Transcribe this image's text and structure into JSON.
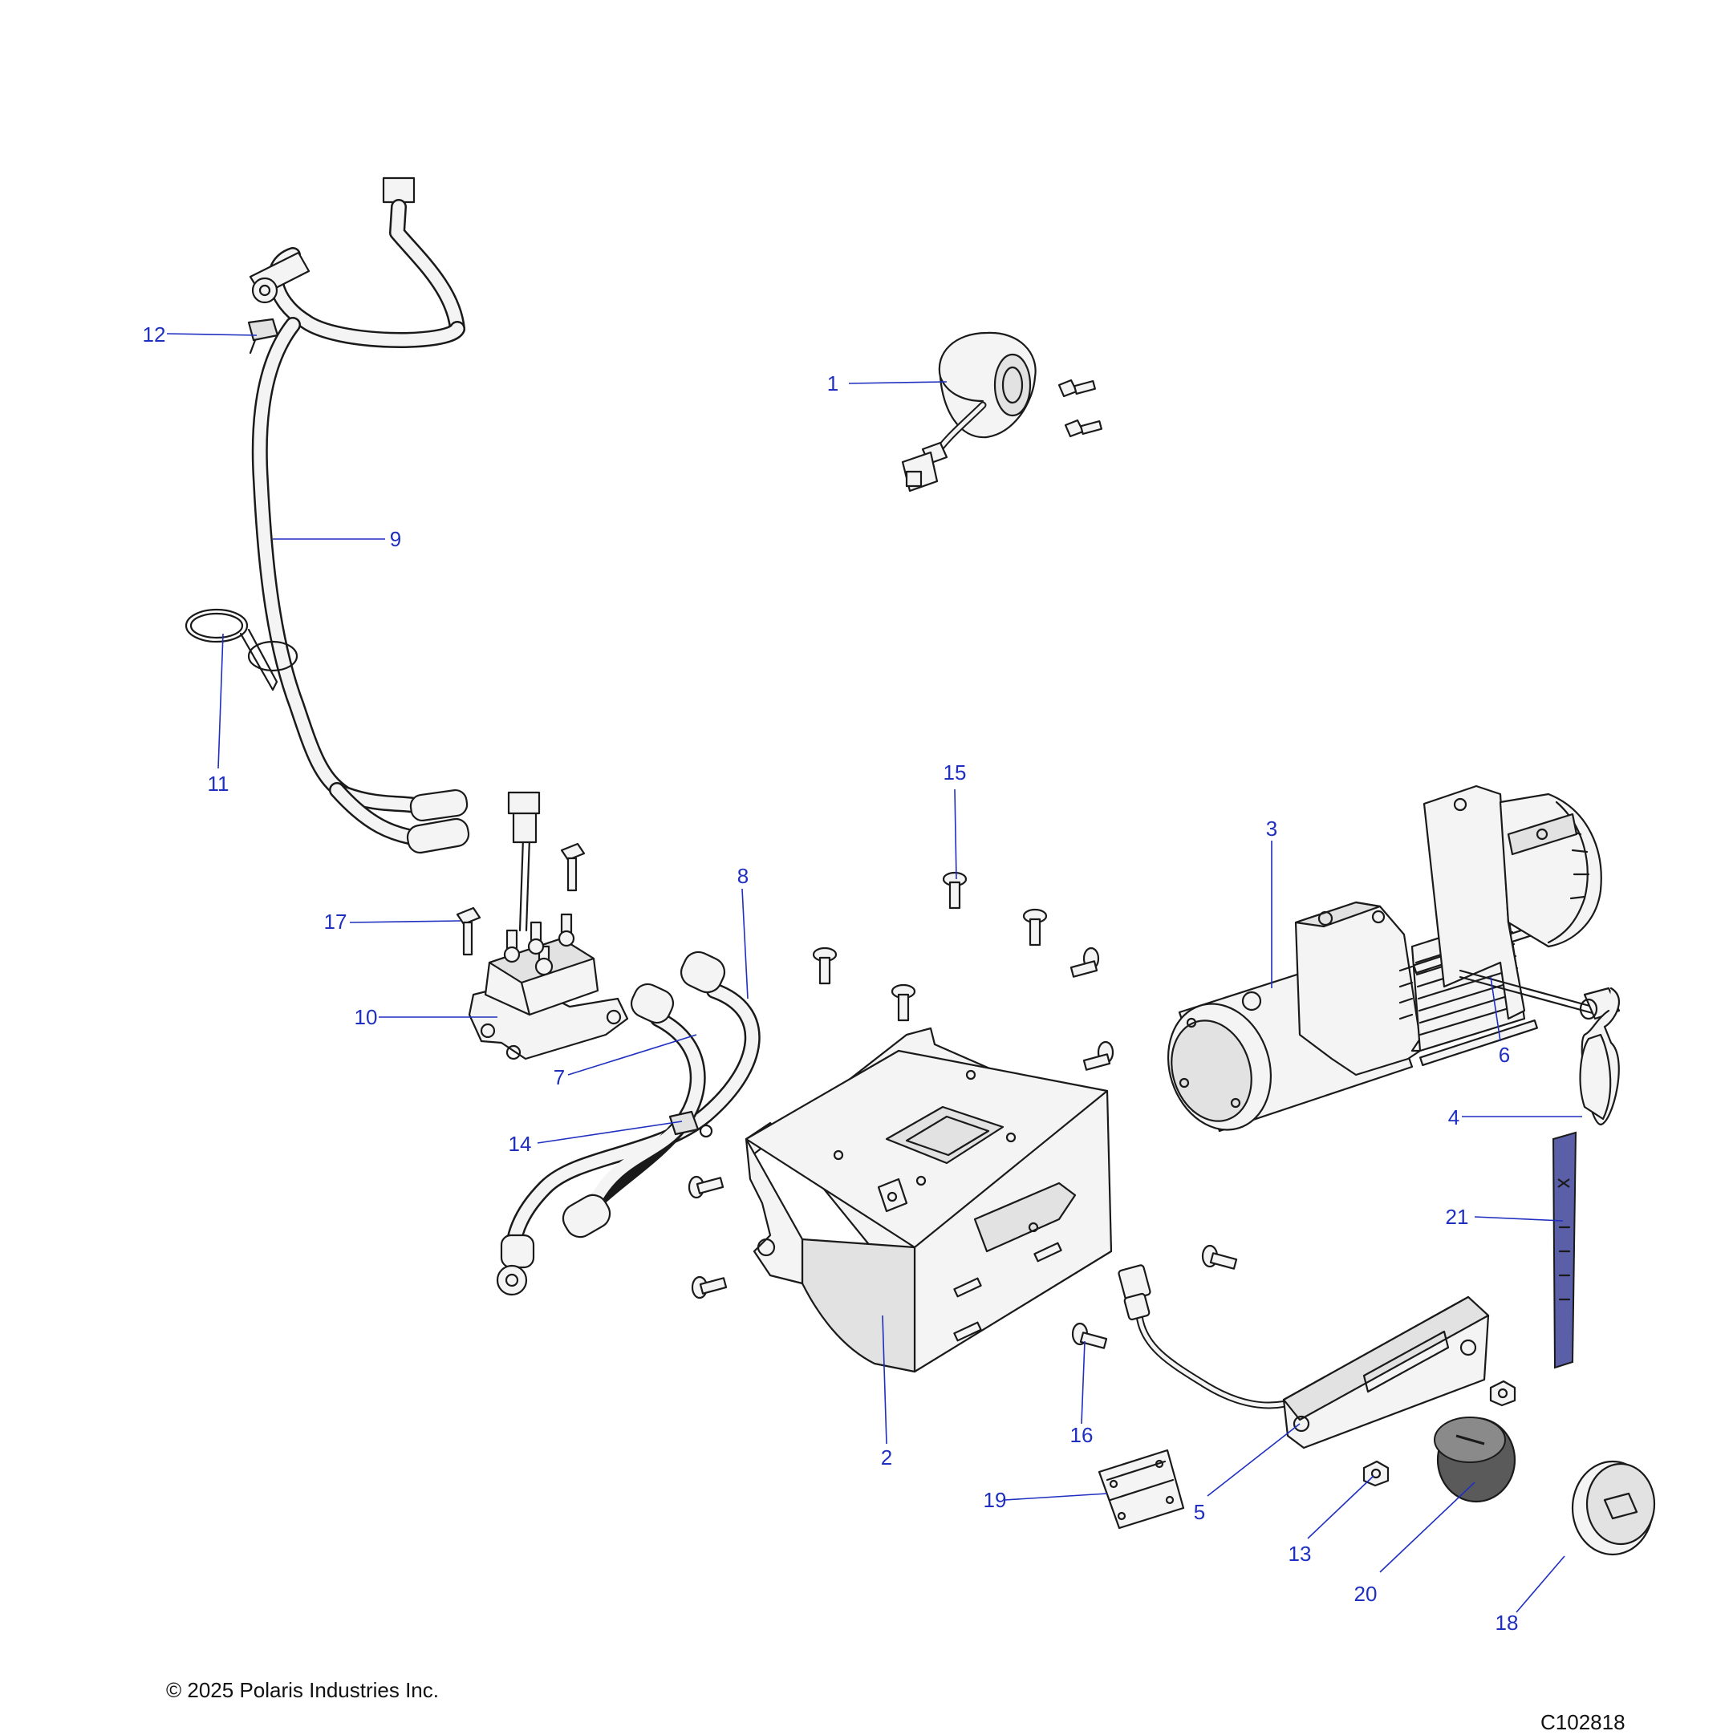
{
  "footer": {
    "copyright": "© 2025 Polaris Industries Inc.",
    "drawing_id": "C102818"
  },
  "callouts": [
    {
      "id": "callout-1",
      "label": "1"
    },
    {
      "id": "callout-2",
      "label": "2"
    },
    {
      "id": "callout-3",
      "label": "3"
    },
    {
      "id": "callout-4",
      "label": "4"
    },
    {
      "id": "callout-5",
      "label": "5"
    },
    {
      "id": "callout-6",
      "label": "6"
    },
    {
      "id": "callout-7",
      "label": "7"
    },
    {
      "id": "callout-8",
      "label": "8"
    },
    {
      "id": "callout-9",
      "label": "9"
    },
    {
      "id": "callout-10",
      "label": "10"
    },
    {
      "id": "callout-11",
      "label": "11"
    },
    {
      "id": "callout-12",
      "label": "12"
    },
    {
      "id": "callout-13",
      "label": "13"
    },
    {
      "id": "callout-14",
      "label": "14"
    },
    {
      "id": "callout-15",
      "label": "15"
    },
    {
      "id": "callout-16",
      "label": "16"
    },
    {
      "id": "callout-17",
      "label": "17"
    },
    {
      "id": "callout-18",
      "label": "18"
    },
    {
      "id": "callout-19",
      "label": "19"
    },
    {
      "id": "callout-20",
      "label": "20"
    },
    {
      "id": "callout-21",
      "label": "21"
    }
  ],
  "colors": {
    "callout": "#1f2fbf",
    "line_art": "#1a1a1a",
    "part_fill": "#f4f4f4",
    "strap": "#5a5fa8"
  }
}
